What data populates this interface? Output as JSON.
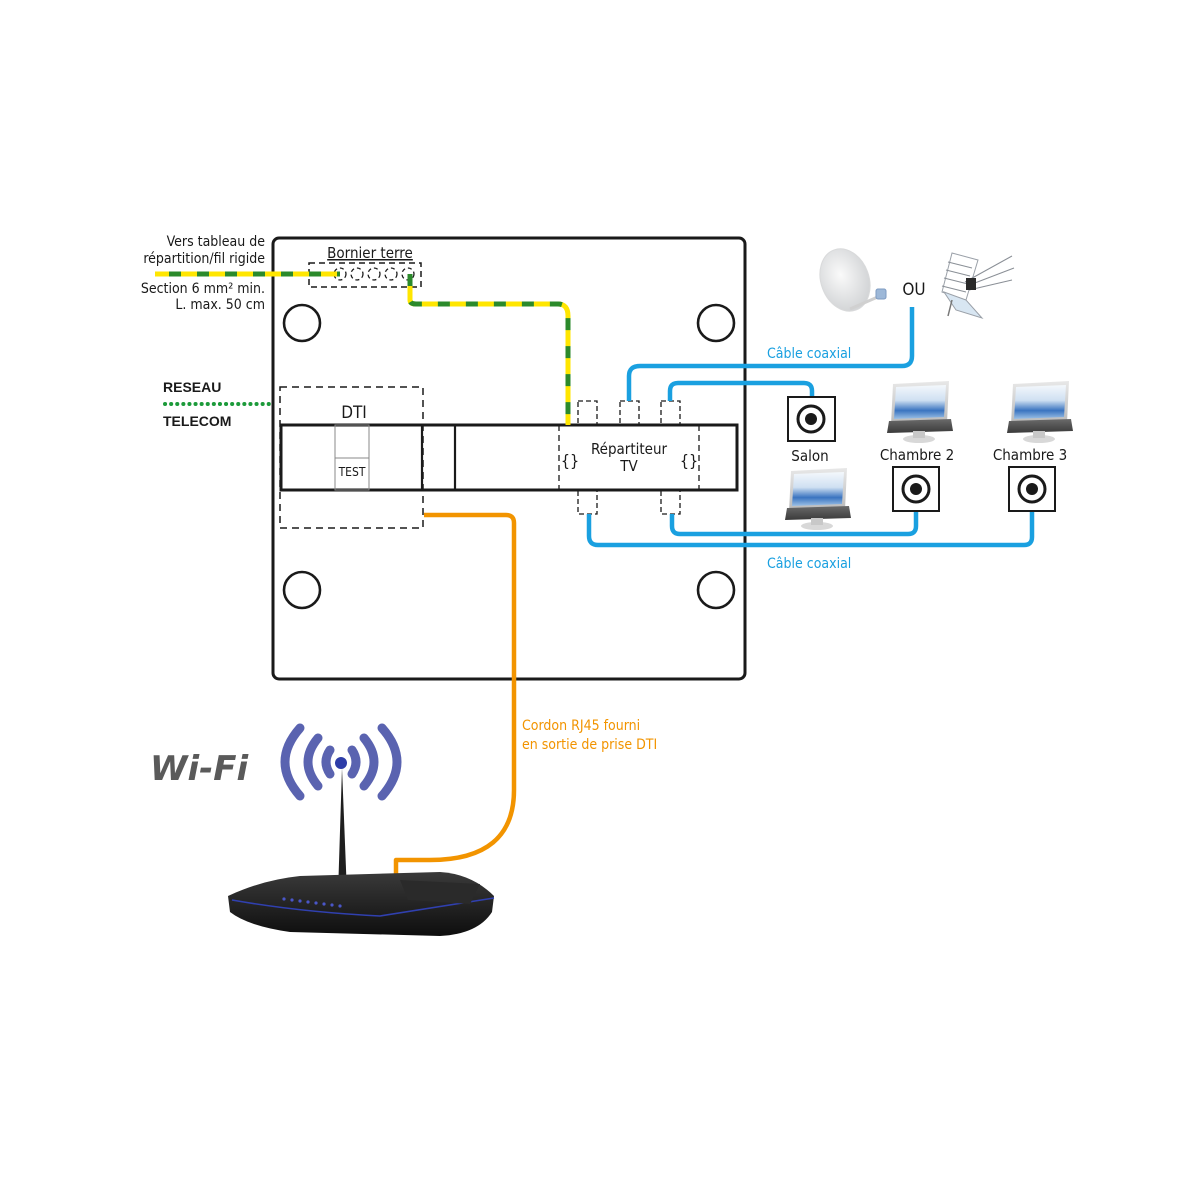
{
  "colors": {
    "coax": "#1aa0e0",
    "rj45": "#f29400",
    "earth_yellow": "#ffe600",
    "earth_green": "#2b8a2b",
    "telecom_green": "#1c9a3a",
    "outline": "#1a1a1a",
    "wifi_blue": "#5a63b0",
    "wifi_text": "#5a5a5a"
  },
  "earth": {
    "title": "Bornier terre",
    "note_line1": "Vers tableau de",
    "note_line2": "répartition/fil rigide",
    "note_line3": "Section 6 mm² min.",
    "note_line4": "L. max. 50 cm"
  },
  "telecom": {
    "line1": "RESEAU",
    "line2": "TELECOM"
  },
  "dti": {
    "label": "DTI",
    "test_label": "TEST"
  },
  "splitter": {
    "line1": "Répartiteur",
    "line2": "TV",
    "bracket_left": "{}",
    "bracket_right": "{}"
  },
  "antenna": {
    "or_label": "OU",
    "dish": "satellite-dish",
    "terrestrial": "terrestrial-antenna"
  },
  "coax_labels": {
    "top": "Câble  coaxial",
    "bottom": "Câble  coaxial"
  },
  "rooms": [
    {
      "label": "Salon"
    },
    {
      "label": "Chambre 2"
    },
    {
      "label": "Chambre 3"
    }
  ],
  "rj45": {
    "line1": "Cordon RJ45 fourni",
    "line2": "en sortie de prise DTI"
  },
  "wifi": {
    "label": "Wi-Fi"
  }
}
